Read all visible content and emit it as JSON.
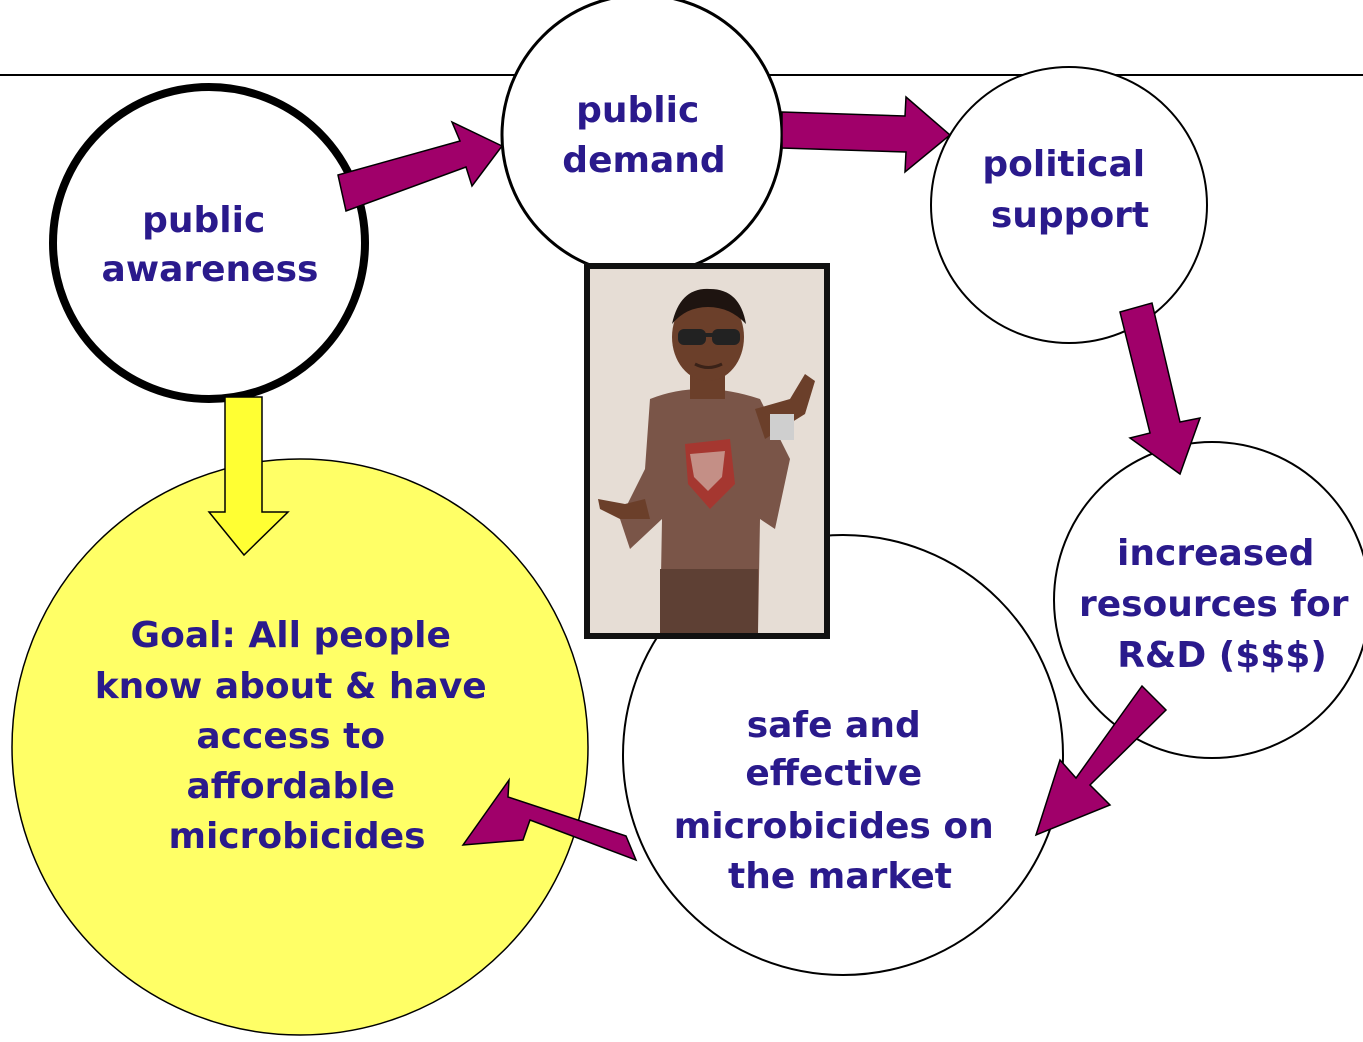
{
  "nodes": {
    "public_awareness": [
      "public",
      "awareness"
    ],
    "public_demand": [
      "public",
      "demand"
    ],
    "political_support": [
      "political",
      "support"
    ],
    "increased_resources": [
      "increased",
      "resources for",
      "R&D ($$$)"
    ],
    "safe_microbicides": [
      "safe and",
      "effective",
      "microbicides on",
      "the market"
    ],
    "goal": [
      "Goal: All people",
      "know about & have",
      "access to",
      "affordable",
      "microbicides"
    ]
  },
  "colors": {
    "text": "#2a1a8c",
    "arrow": "#a0006a",
    "goal_fill": "#ffff66",
    "goal_arrow": "#ffff33"
  }
}
